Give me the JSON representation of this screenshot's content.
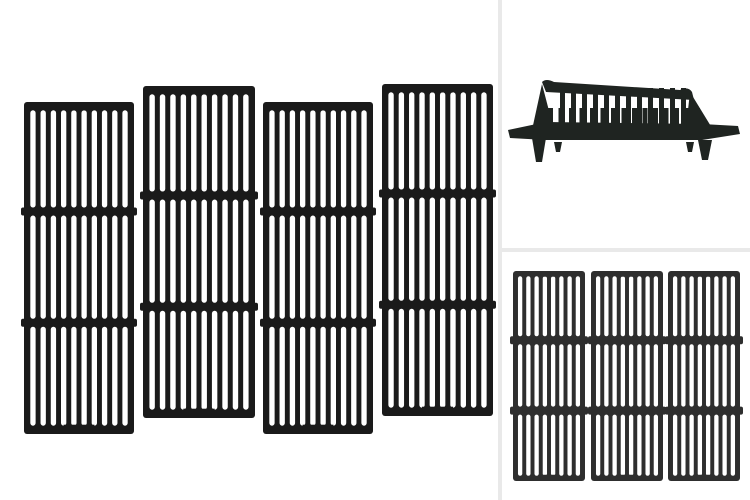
{
  "collage": {
    "panels": [
      {
        "name": "main-panel",
        "subject": "four-cast-iron-grill-grates",
        "grate_count": 4
      },
      {
        "name": "top-right-panel",
        "subject": "fireplace-log-grate",
        "grate_count": 1
      },
      {
        "name": "bottom-right-panel",
        "subject": "three-cast-iron-grill-grates",
        "grate_count": 3
      }
    ]
  },
  "colors": {
    "background": "#ffffff",
    "divider": "#e9e9e9",
    "grate_main": "#1a1a1a",
    "grate_bottom": "#2e2e2e",
    "log_grate": "#1f2421"
  }
}
